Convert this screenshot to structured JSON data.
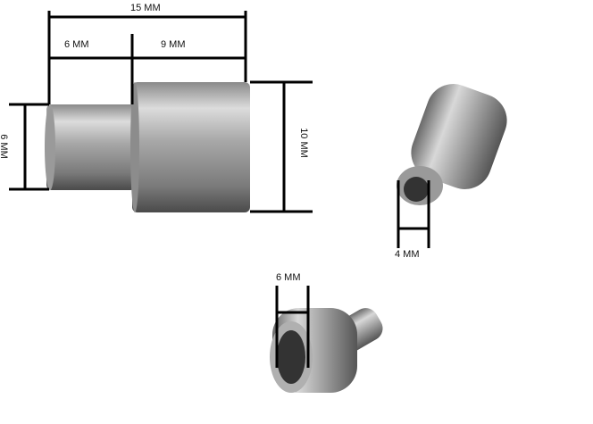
{
  "dimensions": {
    "total_length": "15 MM",
    "small_section_length": "6 MM",
    "large_section_length": "9 MM",
    "small_diameter": "6 MM",
    "large_diameter": "10 MM",
    "inner_bore_small": "4 MM",
    "inner_bore_large": "6 MM"
  },
  "colors": {
    "dimension_line": "#000000",
    "metal_light": "#d8d8d8",
    "metal_dark": "#6a6a6a"
  }
}
